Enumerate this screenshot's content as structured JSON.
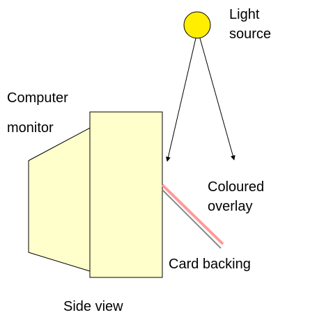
{
  "labels": {
    "light_source": [
      "Light",
      "source"
    ],
    "computer_monitor": [
      "Computer",
      "monitor"
    ],
    "coloured_overlay": [
      "Coloured",
      "overlay"
    ],
    "card_backing": "Card backing",
    "side_view": "Side view"
  },
  "colors": {
    "monitor_fill": "#FFFFCC",
    "light_fill": "#FFEE00",
    "overlay_line": "#FF9999",
    "outline": "#000000",
    "background": "#FFFFFF"
  }
}
